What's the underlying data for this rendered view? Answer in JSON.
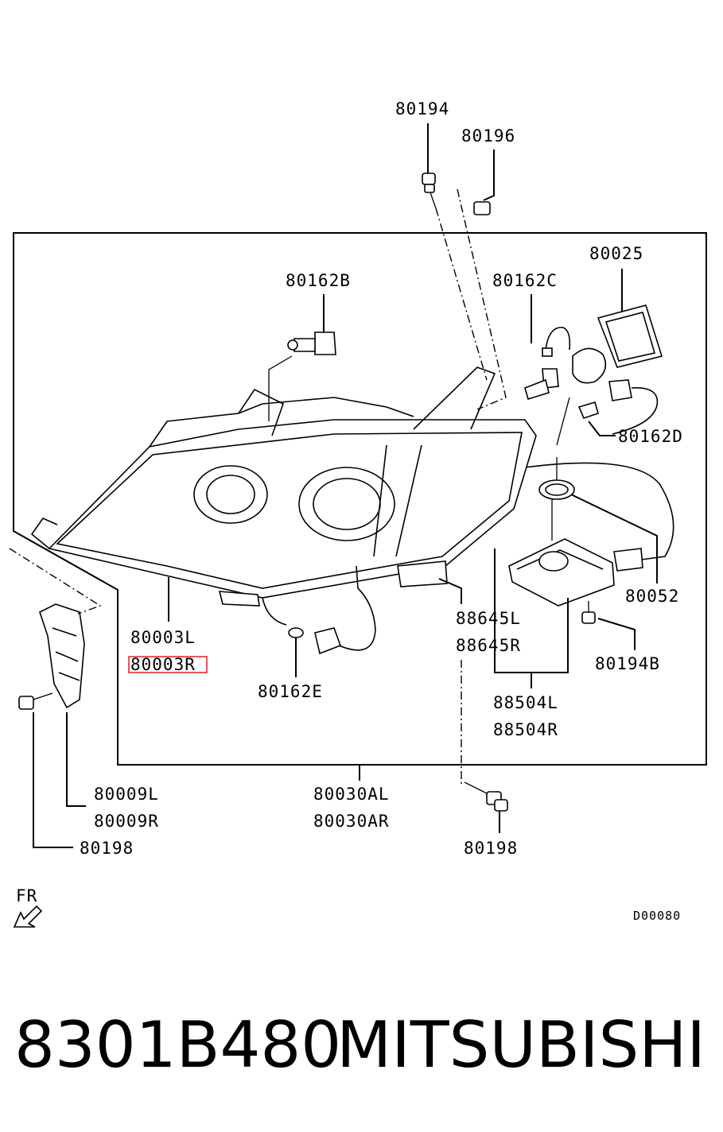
{
  "labels": {
    "l80194": "80194",
    "l80196": "80196",
    "l80025": "80025",
    "l80162B": "80162B",
    "l80162C": "80162C",
    "l80162D": "80162D",
    "l80162E": "80162E",
    "l80003L": "80003L",
    "l80003R": "80003R",
    "l80052": "80052",
    "l88645L": "88645L",
    "l88645R": "88645R",
    "l80194B": "80194B",
    "l88504L": "88504L",
    "l88504R": "88504R",
    "l80009L": "80009L",
    "l80009R": "80009R",
    "l80198a": "80198",
    "l80030AL": "80030AL",
    "l80030AR": "80030AR",
    "l80198b": "80198",
    "fr": "FR",
    "diagram_code": "D00080"
  },
  "highlight_color": "#e02020",
  "footer": {
    "part_number": "8301B480",
    "brand": "MITSUBISHI"
  }
}
